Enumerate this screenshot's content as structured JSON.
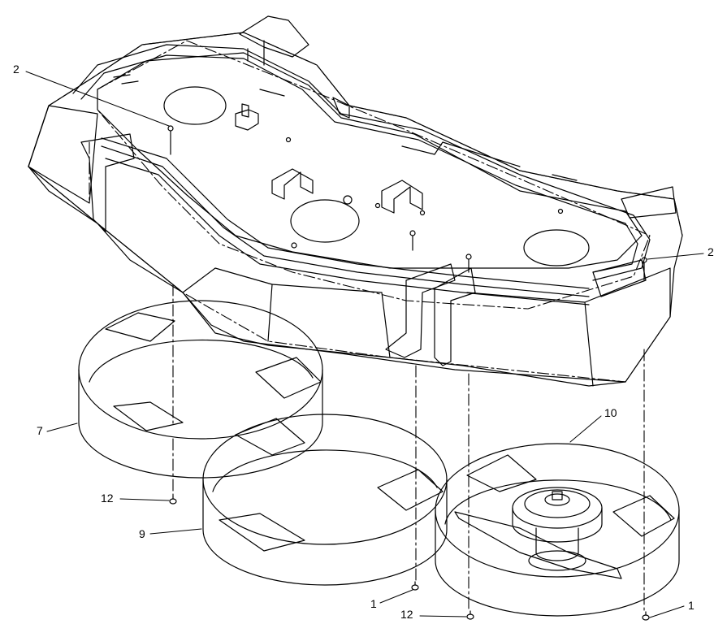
{
  "callouts": {
    "c2_left": "2",
    "c2_right": "2",
    "c7": "7",
    "c9": "9",
    "c10": "10",
    "c12_left": "12",
    "c12_bottom": "12",
    "c1_center": "1",
    "c1_right": "1"
  },
  "colors": {
    "line": "#000000",
    "background": "#ffffff"
  }
}
